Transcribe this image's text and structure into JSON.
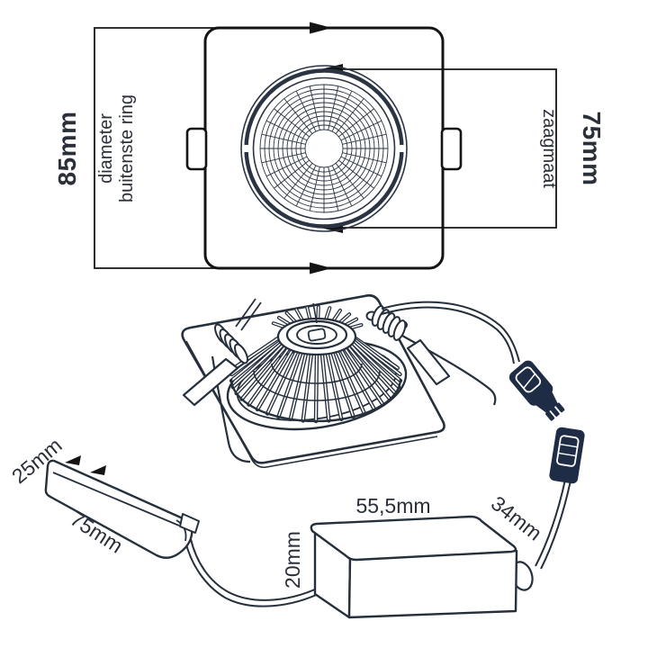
{
  "colors": {
    "ink": "#26303c",
    "text": "#2a2f38",
    "connector": "#1f2c45",
    "black": "#141414",
    "background": "#ffffff"
  },
  "top_view": {
    "outer_ring": {
      "value": "85mm",
      "caption_line1": "diameter",
      "caption_line2": "buitenste ring"
    },
    "cutout": {
      "value": "75mm",
      "caption": "zaagmaat"
    }
  },
  "side_view": {
    "height": "25mm",
    "length": "75mm"
  },
  "driver_box": {
    "length": "55,5mm",
    "depth": "34mm",
    "height": "20mm"
  }
}
